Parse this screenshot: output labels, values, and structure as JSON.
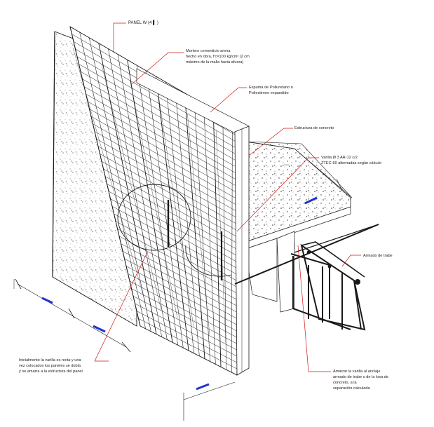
{
  "labels": {
    "panel": "PANEL W (4 ▌ )",
    "mortero": [
      "Mortero cementicio arena",
      "hecho en obra, f'c=100 kg/cm²  (2 cm",
      "máximo de la malla hacia afuera)"
    ],
    "espuma": [
      "Espuma de Poliuretano ó",
      "Poliestireno expandido"
    ],
    "estructura": "Estructura de concreto",
    "varilla": [
      "Varilla Ø 3 AR-12 c/2",
      "ZTEC-60 alternadas según cálculo"
    ],
    "armado": "Armado de trabe",
    "inicial": [
      "Inicialmente la varilla es recta y una",
      "vez colocados los paneles se dobla",
      "y se amarra a la estructura del panel"
    ],
    "amarrar": [
      "Amarrar la varilla al anclaje",
      "armado de trabe o de la losa de",
      "concreto, a la",
      "separación calculada"
    ]
  },
  "colors": {
    "line": "#1a1a1a",
    "leader": "#d01818",
    "dim_accent": "#1f35c9"
  }
}
